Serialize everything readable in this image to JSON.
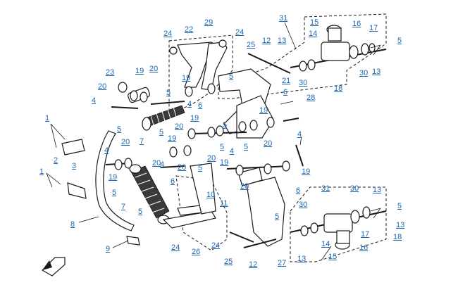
{
  "diagram": {
    "orientation_icon": "front-arrow-icon",
    "callouts": [
      {
        "id": "c1",
        "text": "24"
      },
      {
        "id": "c2",
        "text": "22"
      },
      {
        "id": "c3",
        "text": "29"
      },
      {
        "id": "c4",
        "text": "24"
      },
      {
        "id": "c5",
        "text": "31"
      },
      {
        "id": "c6",
        "text": "15"
      },
      {
        "id": "c7",
        "text": "16"
      },
      {
        "id": "c8",
        "text": "17"
      },
      {
        "id": "c9",
        "text": "5"
      },
      {
        "id": "c10",
        "text": "14"
      },
      {
        "id": "c11",
        "text": "25"
      },
      {
        "id": "c12",
        "text": "12"
      },
      {
        "id": "c13",
        "text": "13"
      },
      {
        "id": "c14",
        "text": "30"
      },
      {
        "id": "c15",
        "text": "13"
      },
      {
        "id": "c16",
        "text": "30"
      },
      {
        "id": "c17",
        "text": "18"
      },
      {
        "id": "c18",
        "text": "23"
      },
      {
        "id": "c19",
        "text": "19"
      },
      {
        "id": "c20",
        "text": "20"
      },
      {
        "id": "c21",
        "text": "19"
      },
      {
        "id": "c22",
        "text": "20"
      },
      {
        "id": "c23",
        "text": "5"
      },
      {
        "id": "c24",
        "text": "4"
      },
      {
        "id": "c25",
        "text": "4"
      },
      {
        "id": "c26",
        "text": "6"
      },
      {
        "id": "c27",
        "text": "5"
      },
      {
        "id": "c28",
        "text": "21"
      },
      {
        "id": "c29",
        "text": "6"
      },
      {
        "id": "c30",
        "text": "28"
      },
      {
        "id": "c31",
        "text": "5"
      },
      {
        "id": "c32",
        "text": "1"
      },
      {
        "id": "c33",
        "text": "19"
      },
      {
        "id": "c34",
        "text": "20"
      },
      {
        "id": "c35",
        "text": "19"
      },
      {
        "id": "c36",
        "text": "5"
      },
      {
        "id": "c37",
        "text": "7"
      },
      {
        "id": "c38",
        "text": "5"
      },
      {
        "id": "c39",
        "text": "20"
      },
      {
        "id": "c40",
        "text": "4"
      },
      {
        "id": "c41",
        "text": "4"
      },
      {
        "id": "c42",
        "text": "2"
      },
      {
        "id": "c43",
        "text": "20"
      },
      {
        "id": "c44",
        "text": "19"
      },
      {
        "id": "c45",
        "text": "5"
      },
      {
        "id": "c46",
        "text": "5"
      },
      {
        "id": "c47",
        "text": "4"
      },
      {
        "id": "c48",
        "text": "4"
      },
      {
        "id": "c49",
        "text": "3"
      },
      {
        "id": "c50",
        "text": "20"
      },
      {
        "id": "c51",
        "text": "20"
      },
      {
        "id": "c52",
        "text": "1"
      },
      {
        "id": "c53",
        "text": "19"
      },
      {
        "id": "c54",
        "text": "5"
      },
      {
        "id": "c55",
        "text": "6"
      },
      {
        "id": "c56",
        "text": "5"
      },
      {
        "id": "c57",
        "text": "19"
      },
      {
        "id": "c58",
        "text": "20"
      },
      {
        "id": "c59",
        "text": "20"
      },
      {
        "id": "c60",
        "text": "19"
      },
      {
        "id": "c61",
        "text": "10"
      },
      {
        "id": "c62",
        "text": "6"
      },
      {
        "id": "c63",
        "text": "7"
      },
      {
        "id": "c64",
        "text": "5"
      },
      {
        "id": "c65",
        "text": "11"
      },
      {
        "id": "c66",
        "text": "31"
      },
      {
        "id": "c67",
        "text": "30"
      },
      {
        "id": "c68",
        "text": "13"
      },
      {
        "id": "c69",
        "text": "5"
      },
      {
        "id": "c70",
        "text": "8"
      },
      {
        "id": "c71",
        "text": "30"
      },
      {
        "id": "c72",
        "text": "5"
      },
      {
        "id": "c73",
        "text": "13"
      },
      {
        "id": "c74",
        "text": "17"
      },
      {
        "id": "c75",
        "text": "18"
      },
      {
        "id": "c76",
        "text": "9"
      },
      {
        "id": "c77",
        "text": "24"
      },
      {
        "id": "c78",
        "text": "26"
      },
      {
        "id": "c79",
        "text": "24"
      },
      {
        "id": "c80",
        "text": "14"
      },
      {
        "id": "c81",
        "text": "16"
      },
      {
        "id": "c82",
        "text": "25"
      },
      {
        "id": "c83",
        "text": "12"
      },
      {
        "id": "c84",
        "text": "27"
      },
      {
        "id": "c85",
        "text": "13"
      },
      {
        "id": "c86",
        "text": "15"
      }
    ]
  }
}
